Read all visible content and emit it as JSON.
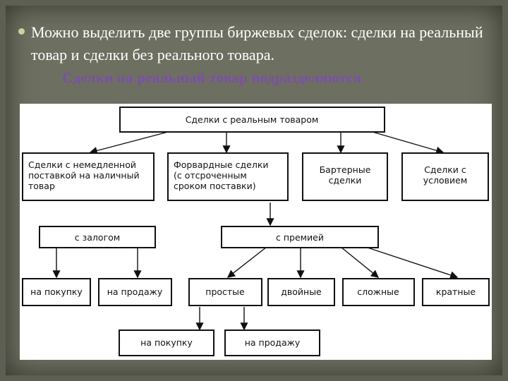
{
  "slide": {
    "bullet": "Можно выделить две группы биржевых сделок: сделки на реальный товар и сделки без реального товара.",
    "subheading": "Сделки на реальный товар подразделяются"
  },
  "diagram": {
    "root": "Сделки с реальным товаром",
    "level1": [
      [
        "Сделки с немедленной",
        "поставкой на наличный",
        "товар"
      ],
      [
        "Форвардные сделки",
        "(с отсроченным",
        "сроком поставки)"
      ],
      [
        "Бартерные",
        "сделки"
      ],
      [
        "Сделки с",
        "условием"
      ]
    ],
    "level2": [
      "с залогом",
      "с премией"
    ],
    "level3": [
      "на покупку",
      "на продажу",
      "простые",
      "двойные",
      "сложные",
      "кратные"
    ],
    "level4": [
      "на покупку",
      "на продажу"
    ]
  },
  "colors": {
    "background": "#6d7061",
    "bullet": "#c9d49a",
    "subheading": "#7a4fa8",
    "panel": "#ffffff"
  }
}
